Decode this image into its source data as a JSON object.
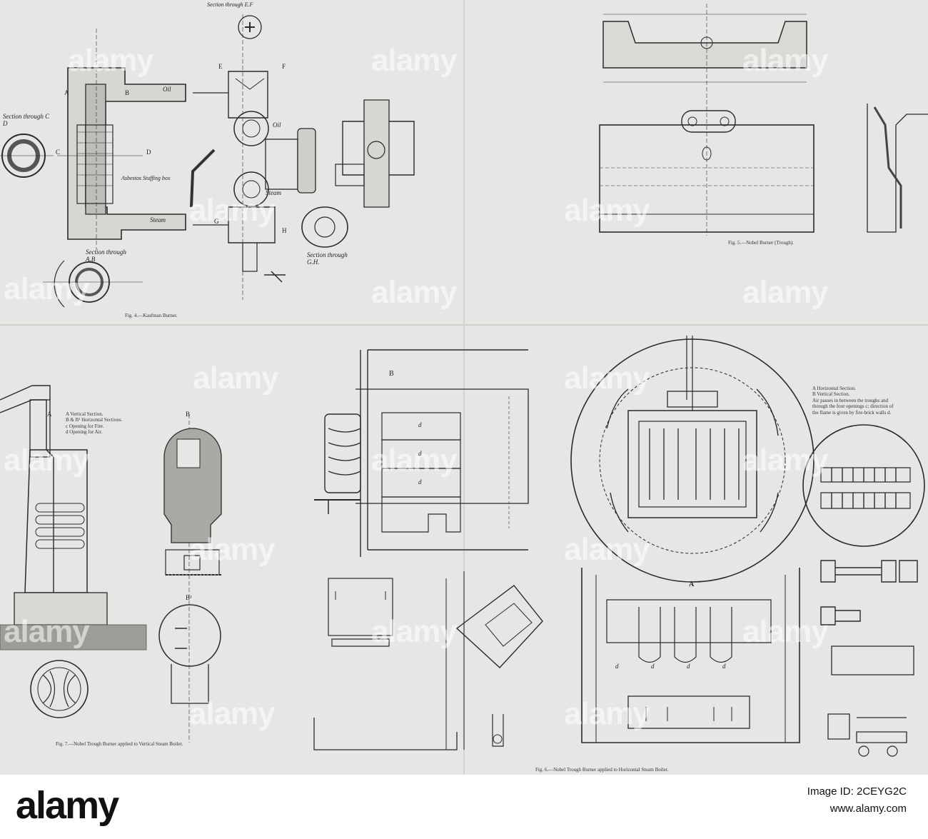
{
  "sheet": {
    "watermark": "alamy",
    "captions": {
      "fig4": "Fig. 4.—Kaufman Burner.",
      "fig5": "Fig. 5.—Nobel Burner (Trough).",
      "fig6": "Fig. 6.—Nobel Trough Burner applied to Horizontal Steam Boiler.",
      "fig7": "Fig. 7.—Nobel Trough Burner applied to Vertical Steam Boiler."
    },
    "fig4_labels": {
      "section_ef": "Section through E.F",
      "section_cd": "Section through C D",
      "section_ab": "Section through A.B",
      "section_gh": "Section through G.H.",
      "oil": "Oil",
      "steam": "Steam",
      "stuffing": "Asbestos Stuffing box",
      "a": "A",
      "b": "B",
      "c": "C",
      "d": "D",
      "e": "E",
      "f": "F",
      "g": "G",
      "h": "H"
    },
    "fig7_legend": [
      "A Vertical Section.",
      "B & B¹ Horizontal Sections.",
      "c Opening for Fire.",
      "d Opening for Air."
    ],
    "fig7_letters": {
      "a": "A",
      "b": "B",
      "b1": "B¹"
    },
    "fig6_legend": [
      "A Horizontal Section.",
      "B Vertical Section.",
      "Air passes in between the troughs and",
      "through the four openings c; direction of",
      "the flame is given by fire-brick walls d."
    ],
    "fig6_letters": {
      "a": "A",
      "b": "B",
      "d": "d"
    }
  },
  "footer": {
    "logo": "alamy",
    "image_id_label": "Image ID: 2CEYG2C",
    "site": "www.alamy.com"
  }
}
